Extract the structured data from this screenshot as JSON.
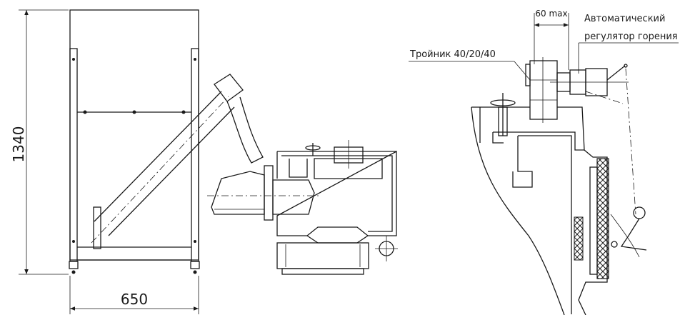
{
  "dimensions": {
    "height": "1340",
    "width": "650",
    "max_gap": "60 max"
  },
  "callouts": {
    "tee": "Тройник 40/20/40",
    "regulator_line1": "Автоматический",
    "regulator_line2": "регулятор горения"
  }
}
